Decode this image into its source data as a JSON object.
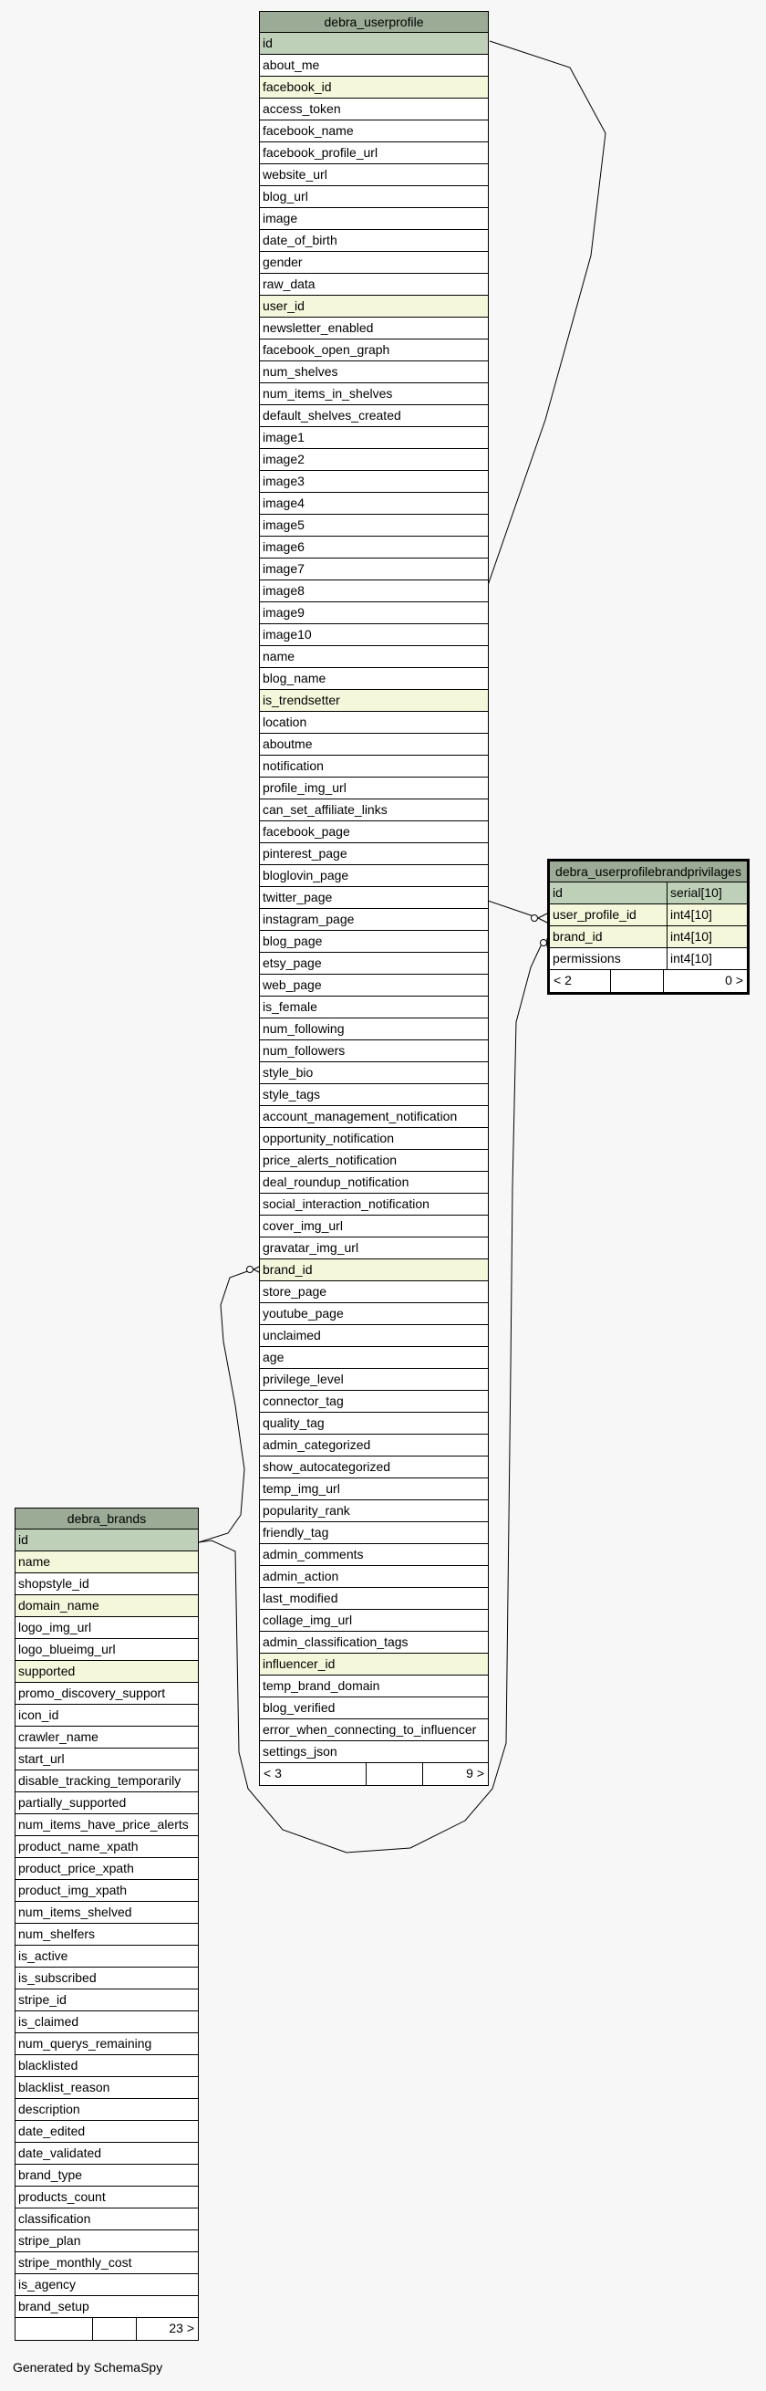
{
  "tables": {
    "userprofile": {
      "name": "debra_userprofile",
      "columns": [
        {
          "n": "id",
          "k": "pk"
        },
        {
          "n": "about_me"
        },
        {
          "n": "facebook_id",
          "k": "fk"
        },
        {
          "n": "access_token"
        },
        {
          "n": "facebook_name"
        },
        {
          "n": "facebook_profile_url"
        },
        {
          "n": "website_url"
        },
        {
          "n": "blog_url"
        },
        {
          "n": "image"
        },
        {
          "n": "date_of_birth"
        },
        {
          "n": "gender"
        },
        {
          "n": "raw_data"
        },
        {
          "n": "user_id",
          "k": "fk"
        },
        {
          "n": "newsletter_enabled"
        },
        {
          "n": "facebook_open_graph"
        },
        {
          "n": "num_shelves"
        },
        {
          "n": "num_items_in_shelves"
        },
        {
          "n": "default_shelves_created"
        },
        {
          "n": "image1"
        },
        {
          "n": "image2"
        },
        {
          "n": "image3"
        },
        {
          "n": "image4"
        },
        {
          "n": "image5"
        },
        {
          "n": "image6"
        },
        {
          "n": "image7"
        },
        {
          "n": "image8"
        },
        {
          "n": "image9"
        },
        {
          "n": "image10"
        },
        {
          "n": "name"
        },
        {
          "n": "blog_name"
        },
        {
          "n": "is_trendsetter",
          "k": "fk"
        },
        {
          "n": "location"
        },
        {
          "n": "aboutme"
        },
        {
          "n": "notification"
        },
        {
          "n": "profile_img_url"
        },
        {
          "n": "can_set_affiliate_links"
        },
        {
          "n": "facebook_page"
        },
        {
          "n": "pinterest_page"
        },
        {
          "n": "bloglovin_page"
        },
        {
          "n": "twitter_page"
        },
        {
          "n": "instagram_page"
        },
        {
          "n": "blog_page"
        },
        {
          "n": "etsy_page"
        },
        {
          "n": "web_page"
        },
        {
          "n": "is_female"
        },
        {
          "n": "num_following"
        },
        {
          "n": "num_followers"
        },
        {
          "n": "style_bio"
        },
        {
          "n": "style_tags"
        },
        {
          "n": "account_management_notification"
        },
        {
          "n": "opportunity_notification"
        },
        {
          "n": "price_alerts_notification"
        },
        {
          "n": "deal_roundup_notification"
        },
        {
          "n": "social_interaction_notification"
        },
        {
          "n": "cover_img_url"
        },
        {
          "n": "gravatar_img_url"
        },
        {
          "n": "brand_id",
          "k": "fk"
        },
        {
          "n": "store_page"
        },
        {
          "n": "youtube_page"
        },
        {
          "n": "unclaimed"
        },
        {
          "n": "age"
        },
        {
          "n": "privilege_level"
        },
        {
          "n": "connector_tag"
        },
        {
          "n": "quality_tag"
        },
        {
          "n": "admin_categorized"
        },
        {
          "n": "show_autocategorized"
        },
        {
          "n": "temp_img_url"
        },
        {
          "n": "popularity_rank"
        },
        {
          "n": "friendly_tag"
        },
        {
          "n": "admin_comments"
        },
        {
          "n": "admin_action"
        },
        {
          "n": "last_modified"
        },
        {
          "n": "collage_img_url"
        },
        {
          "n": "admin_classification_tags"
        },
        {
          "n": "influencer_id",
          "k": "fk"
        },
        {
          "n": "temp_brand_domain"
        },
        {
          "n": "blog_verified"
        },
        {
          "n": "error_when_connecting_to_influencer"
        },
        {
          "n": "settings_json"
        }
      ],
      "footer": [
        "< 3",
        "",
        "9 >"
      ]
    },
    "privileges": {
      "name": "debra_userprofilebrandprivilages",
      "columns": [
        {
          "n": "id",
          "t": "serial[10]",
          "k": "pk"
        },
        {
          "n": "user_profile_id",
          "t": "int4[10]",
          "k": "fk"
        },
        {
          "n": "brand_id",
          "t": "int4[10]",
          "k": "fk"
        },
        {
          "n": "permissions",
          "t": "int4[10]"
        }
      ],
      "footer": [
        "< 2",
        "",
        "0 >"
      ]
    },
    "brands": {
      "name": "debra_brands",
      "columns": [
        {
          "n": "id",
          "k": "pk"
        },
        {
          "n": "name",
          "k": "fk"
        },
        {
          "n": "shopstyle_id"
        },
        {
          "n": "domain_name",
          "k": "fk"
        },
        {
          "n": "logo_img_url"
        },
        {
          "n": "logo_blueimg_url"
        },
        {
          "n": "supported",
          "k": "fk"
        },
        {
          "n": "promo_discovery_support"
        },
        {
          "n": "icon_id"
        },
        {
          "n": "crawler_name"
        },
        {
          "n": "start_url"
        },
        {
          "n": "disable_tracking_temporarily"
        },
        {
          "n": "partially_supported"
        },
        {
          "n": "num_items_have_price_alerts"
        },
        {
          "n": "product_name_xpath"
        },
        {
          "n": "product_price_xpath"
        },
        {
          "n": "product_img_xpath"
        },
        {
          "n": "num_items_shelved"
        },
        {
          "n": "num_shelfers"
        },
        {
          "n": "is_active"
        },
        {
          "n": "is_subscribed"
        },
        {
          "n": "stripe_id"
        },
        {
          "n": "is_claimed"
        },
        {
          "n": "num_querys_remaining"
        },
        {
          "n": "blacklisted"
        },
        {
          "n": "blacklist_reason"
        },
        {
          "n": "description"
        },
        {
          "n": "date_edited"
        },
        {
          "n": "date_validated"
        },
        {
          "n": "brand_type"
        },
        {
          "n": "products_count"
        },
        {
          "n": "classification"
        },
        {
          "n": "stripe_plan"
        },
        {
          "n": "stripe_monthly_cost"
        },
        {
          "n": "is_agency"
        },
        {
          "n": "brand_setup"
        }
      ],
      "footer": [
        "",
        "",
        "23 >"
      ]
    }
  },
  "footer_text": "Generated by SchemaSpy",
  "colors": {
    "header": "#9bab96",
    "primary_key": "#bed1b8",
    "foreign_key": "#f4f7da",
    "background": "#f7f7f7"
  }
}
